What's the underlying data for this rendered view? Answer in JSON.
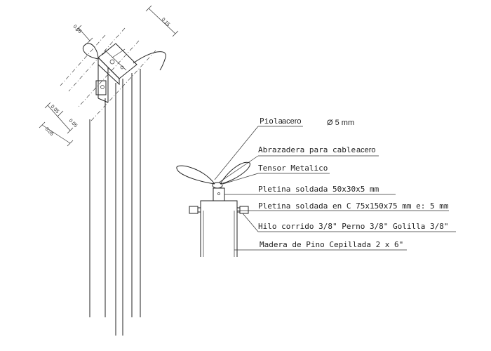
{
  "dimensions": {
    "top_right": "0.15",
    "top_left": "0.05",
    "left_upper": "0.05",
    "left_middle": "0.05",
    "left_lower": "0.05"
  },
  "labels": {
    "piola": "Piola",
    "piola_material": "acero",
    "diameter": "Ø 5 mm",
    "abrazadera": "Abrazadera para cable",
    "abrazadera_material": "acero",
    "tensor": "Tensor Metalico",
    "pletina1": "Pletina soldada   50x30x5 mm",
    "pletina2": "Pletina soldada en C 75x150x75 mm e: 5 mm",
    "hilo": "Hilo corrido  3/8\"  Perno 3/8\"  Golilla 3/8\"",
    "madera": "Madera de Pino Cepillada 2 x 6\""
  }
}
